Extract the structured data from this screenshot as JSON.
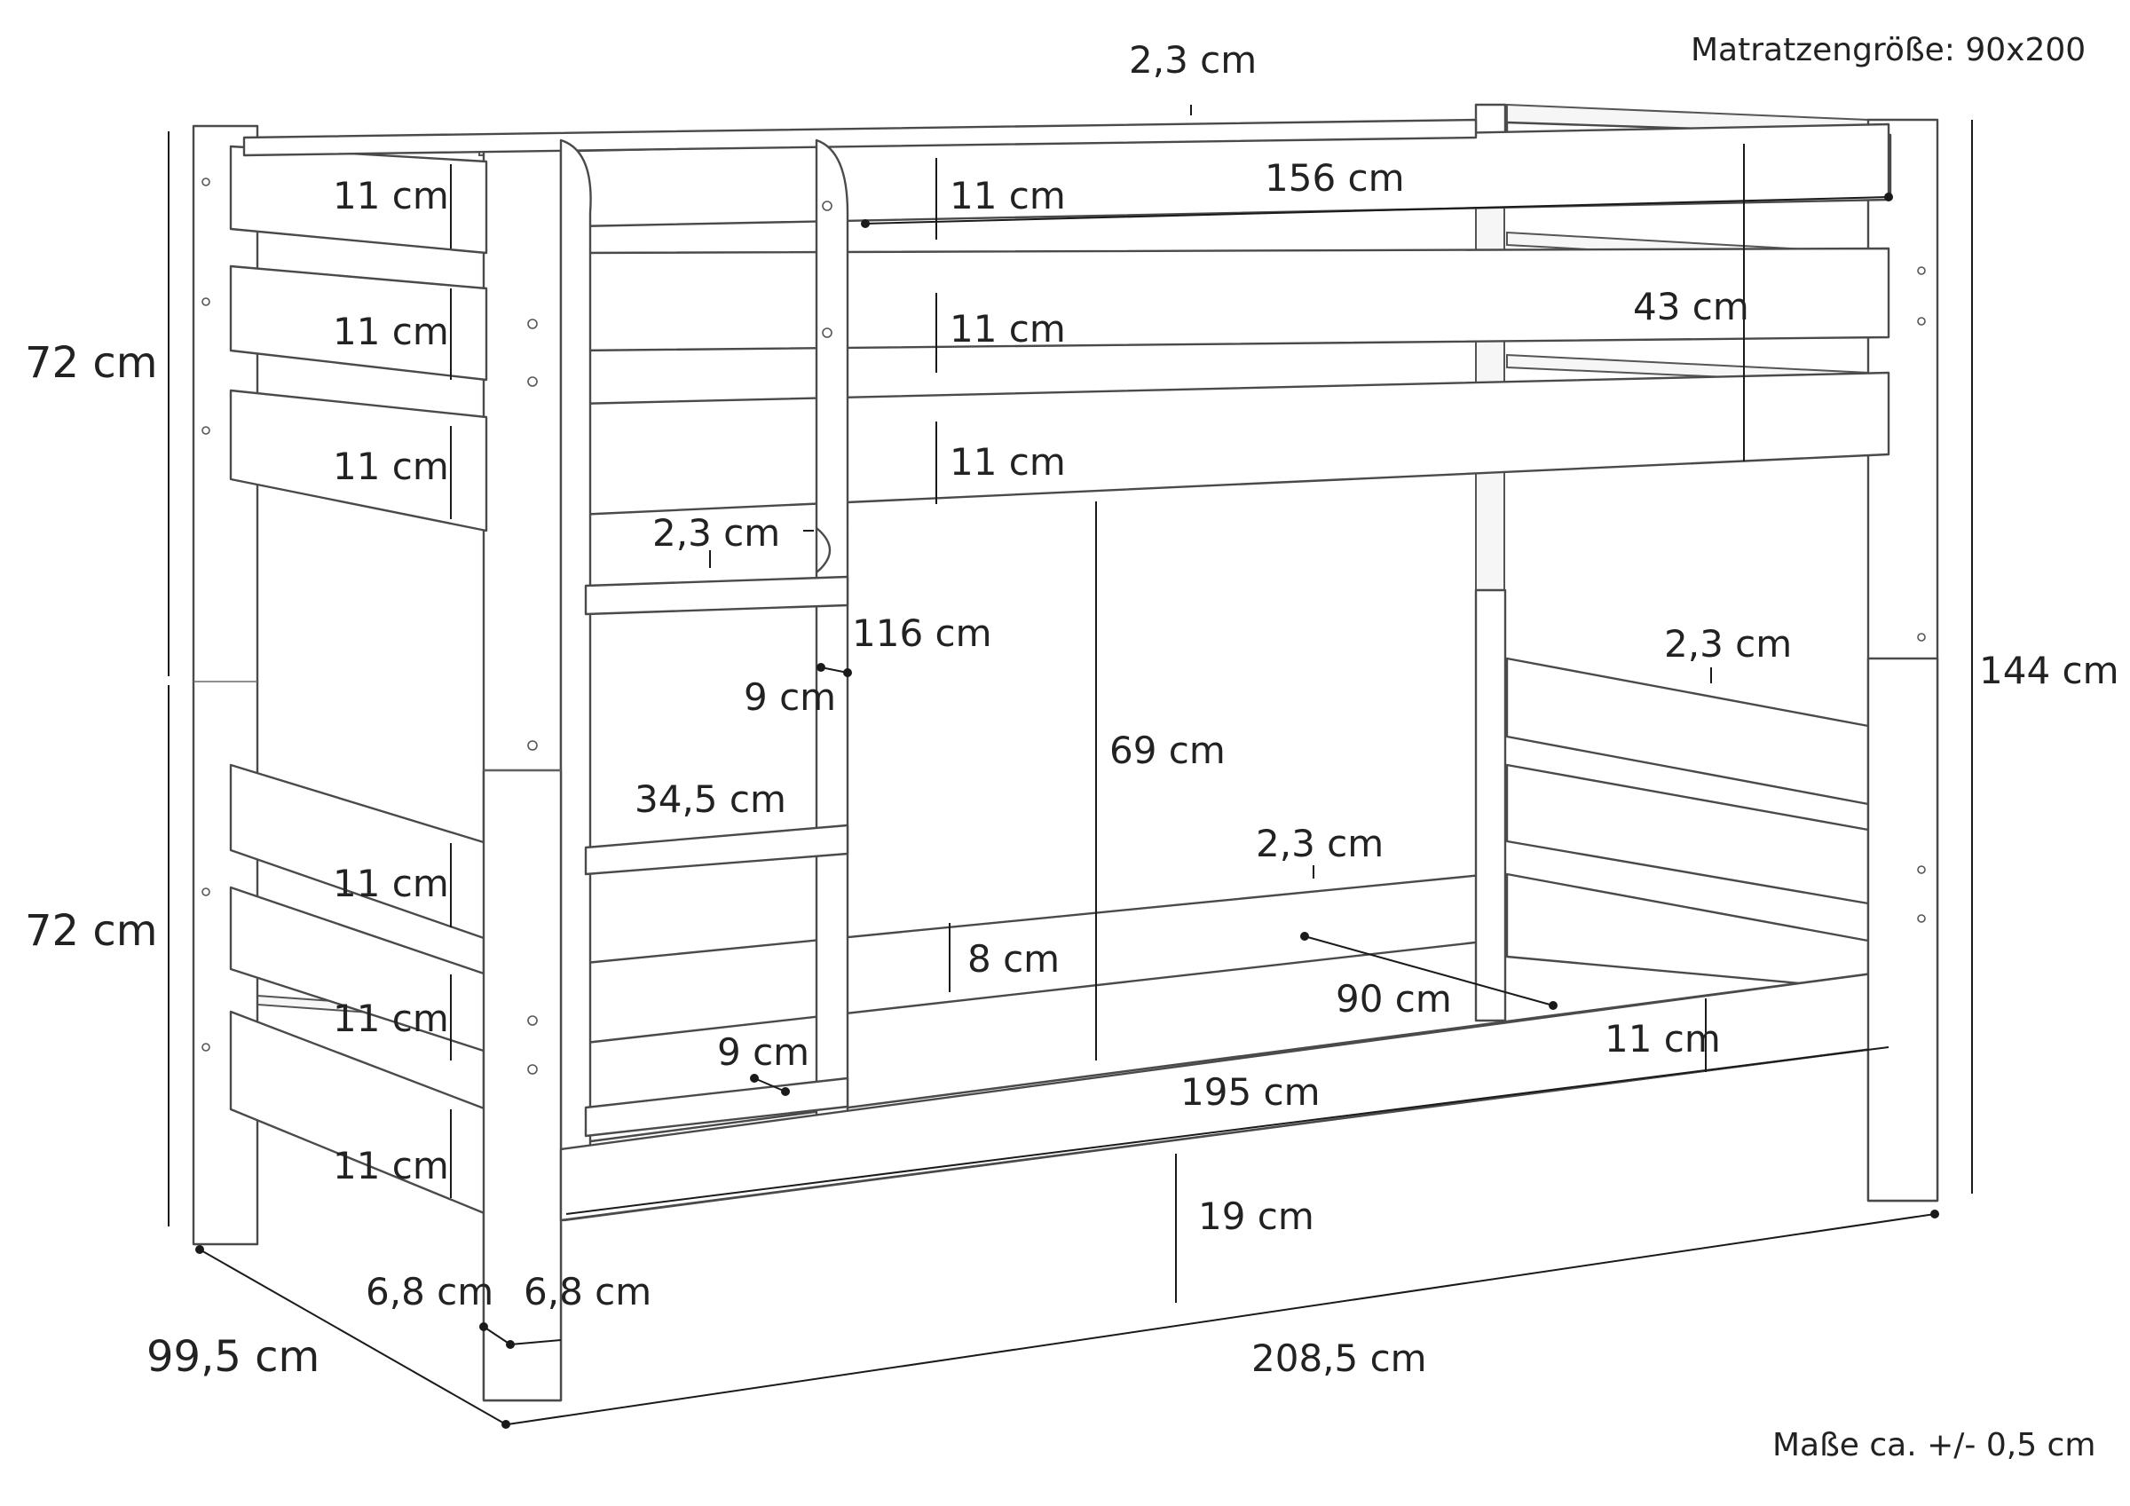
{
  "header": {
    "mattress_size": "Matratzengröße: 90x200"
  },
  "footer": {
    "tolerance": "Maße ca. +/- 0,5 cm"
  },
  "dimensions": {
    "top_rail_thickness": "2,3 cm",
    "head_upper_rail_1": "11 cm",
    "head_upper_rail_2": "11 cm",
    "head_upper_rail_3": "11 cm",
    "side_upper_rail_1": "11 cm",
    "side_upper_rail_2": "11 cm",
    "side_upper_rail_3": "11 cm",
    "upper_inner_length": "156 cm",
    "upper_guard_height": "43 cm",
    "upper_section_height": "72 cm",
    "lower_section_height": "72 cm",
    "total_height": "144 cm",
    "ladder_height": "116 cm",
    "ladder_rung_thickness": "2,3 cm",
    "rung_depth_upper": "9 cm",
    "rung_depth_lower": "9 cm",
    "ladder_width": "34,5 cm",
    "clearance_height": "69 cm",
    "foot_rail_thickness": "2,3 cm",
    "lower_side_thickness": "2,3 cm",
    "lower_side_rail": "8 cm",
    "inner_width": "90 cm",
    "lower_front_rail": "11 cm",
    "inner_length": "195 cm",
    "floor_clearance": "19 cm",
    "head_lower_rail_1": "11 cm",
    "head_lower_rail_2": "11 cm",
    "head_lower_rail_3": "11 cm",
    "post_depth": "6,8 cm",
    "post_width": "6,8 cm",
    "overall_width": "99,5 cm",
    "overall_length": "208,5 cm"
  }
}
